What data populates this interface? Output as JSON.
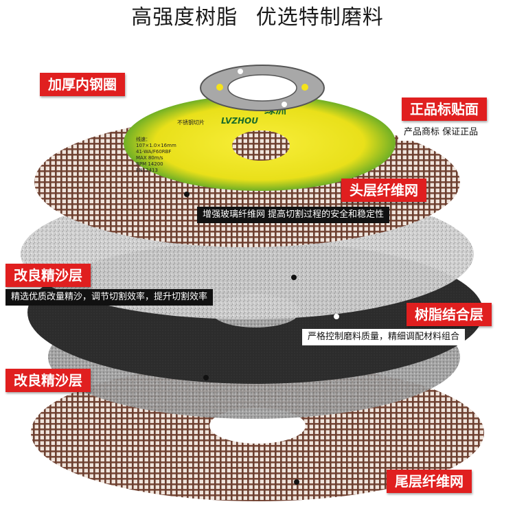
{
  "header": {
    "title_left": "高强度树脂",
    "title_right": "优选特制磨料"
  },
  "brand": {
    "logo_cn": "绿洲",
    "logo_en": "LVZHOU"
  },
  "label_text": {
    "top": "不锈钢切片",
    "spec1": "线速：",
    "spec2": "107×1.0×16mm",
    "spec3": "41-WA/F60RBF",
    "spec4": "MAX 80m/s",
    "spec5": "RPM 14200",
    "spec6": "EN12413"
  },
  "layers": [
    {
      "title": "加厚内钢圈",
      "caption": ""
    },
    {
      "title": "正品标贴面",
      "caption": "产品商标  保证正品"
    },
    {
      "title": "头层纤维网",
      "caption": "增强玻璃纤维网  提高切割过程的安全和稳定性"
    },
    {
      "title": "改良精沙层",
      "caption": "精选优质改量精沙，调节切割效率，提升切割效率"
    },
    {
      "title": "树脂结合层",
      "caption": "严格控制磨料质量，精细调配材料组合"
    },
    {
      "title": "改良精沙层",
      "caption": ""
    },
    {
      "title": "尾层纤维网",
      "caption": ""
    }
  ],
  "colors": {
    "tag_red": "#e01f1f",
    "mesh_brown": "#7a4a3a",
    "label_yellow": "#f2e61a",
    "resin_dark": "#2d2d2d"
  }
}
